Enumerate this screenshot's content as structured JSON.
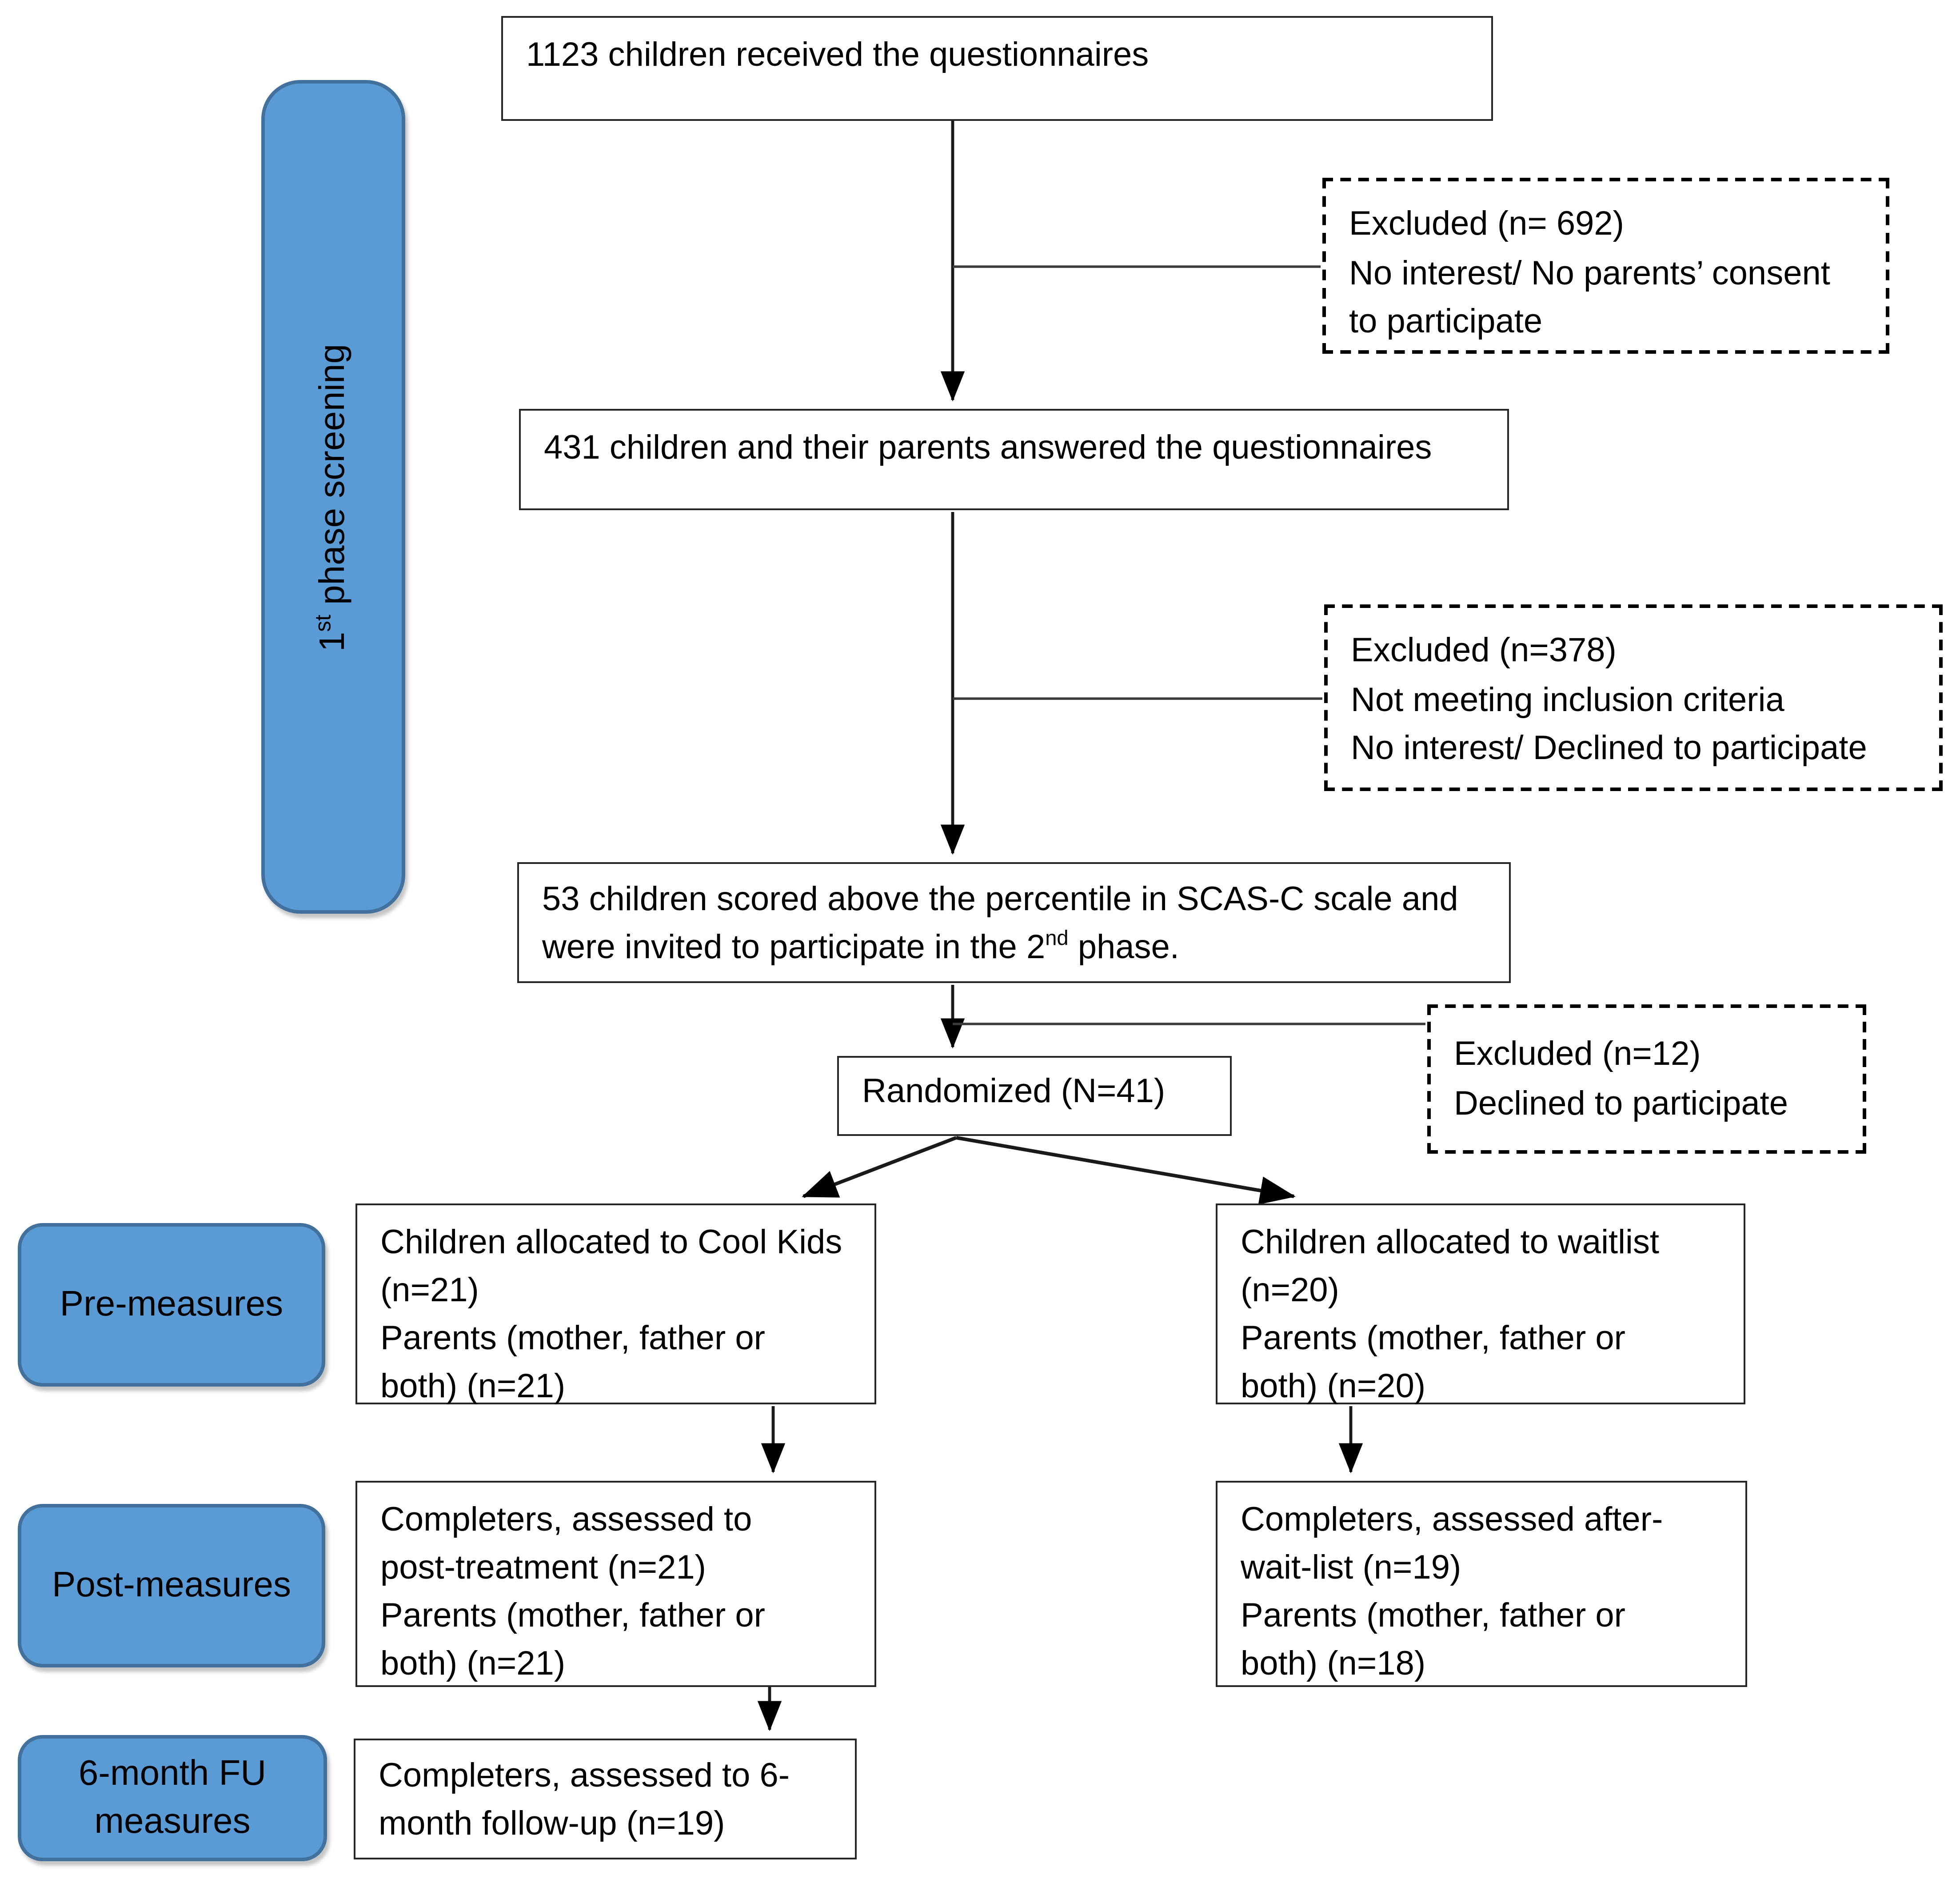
{
  "diagram": {
    "boxes": {
      "received": {
        "text": "1123 children received the questionnaires"
      },
      "excluded_first": {
        "lines": [
          "Excluded (n= 692)",
          "No interest/ No parents’ consent",
          "to participate"
        ]
      },
      "answered": {
        "text": "431 children and their parents answered the questionnaires"
      },
      "excluded_second": {
        "lines": [
          "Excluded (n=378)",
          "Not meeting inclusion criteria",
          "No interest/ Declined to participate"
        ]
      },
      "scored": {
        "line1": "53 children scored above the percentile in SCAS-C scale and",
        "line2_prefix": "were invited to participate in the 2",
        "line2_superscript": "nd",
        "line2_suffix": " phase."
      },
      "randomized": {
        "text": "Randomized (N=41)"
      },
      "excluded_randomization": {
        "lines": [
          "Excluded (n=12)",
          "Declined to participate"
        ]
      },
      "pre_cool_kids": {
        "lines": [
          "Children allocated to Cool Kids",
          "(n=21)",
          "Parents (mother, father or",
          "both) (n=21)"
        ]
      },
      "pre_waitlist": {
        "lines": [
          "Children allocated to waitlist",
          "(n=20)",
          "Parents (mother, father or",
          "both) (n=20)"
        ]
      },
      "post_cool_kids": {
        "lines": [
          "Completers, assessed to",
          "post-treatment (n=21)",
          "Parents (mother, father or",
          "both) (n=21)"
        ]
      },
      "post_waitlist": {
        "lines": [
          "Completers, assessed after-",
          "wait-list (n=19)",
          "Parents (mother, father or",
          "both) (n=18)"
        ]
      },
      "followup": {
        "lines": [
          "Completers, assessed to 6-",
          "month follow-up (n=19)"
        ]
      }
    },
    "stage_labels": {
      "screening": {
        "prefix": "1",
        "superscript": "st",
        "suffix": " phase screening"
      },
      "pre": {
        "text": "Pre-measures"
      },
      "post": {
        "text": "Post-measures"
      },
      "followup": {
        "line1": "6-month FU",
        "line2": "measures"
      }
    },
    "colors": {
      "stage_fill": "#5b9bd5",
      "stage_border": "#41719c",
      "line": "#1a1a1a"
    }
  }
}
